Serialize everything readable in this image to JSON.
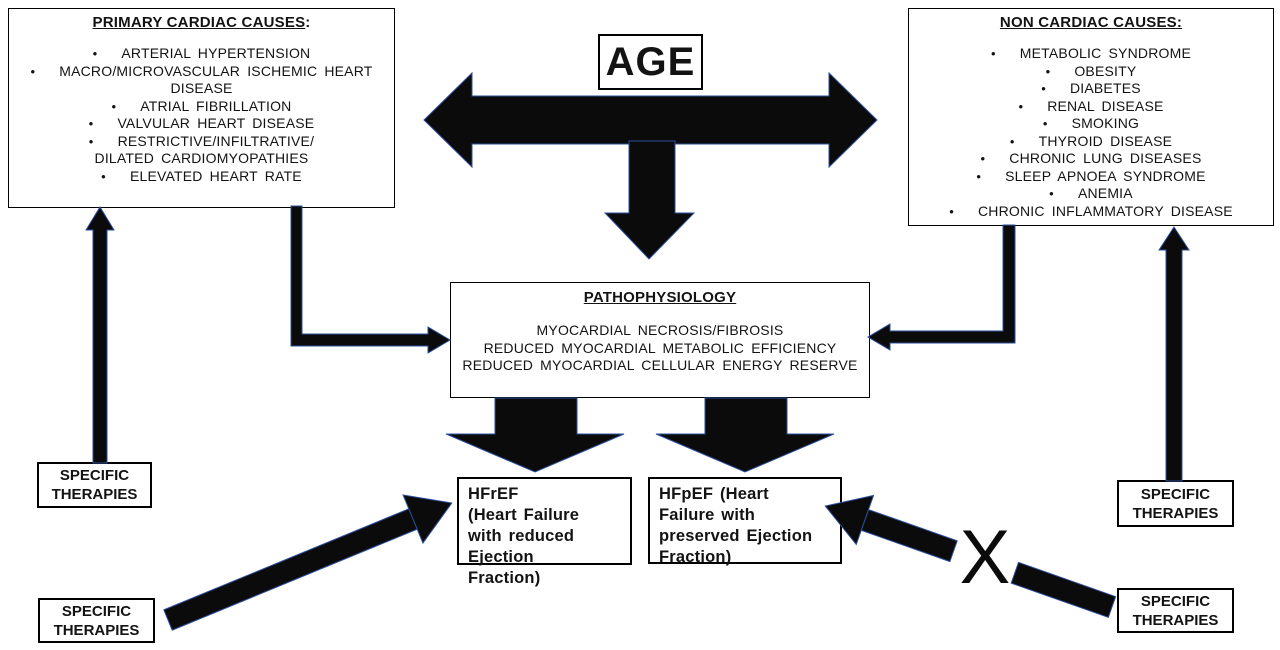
{
  "diagram_title": "Heart failure causes and pathophysiology diagram",
  "age": {
    "label": "AGE"
  },
  "x_mark": "X",
  "primary_cardiac": {
    "title": "PRIMARY CARDIAC CAUSES",
    "title_suffix": ":",
    "items": [
      {
        "bullet": true,
        "text": "ARTERIAL HYPERTENSION"
      },
      {
        "bullet": true,
        "text": "MACRO/MICROVASCULAR ISCHEMIC HEART"
      },
      {
        "bullet": false,
        "text": "DISEASE"
      },
      {
        "bullet": true,
        "text": "ATRIAL FIBRILLATION"
      },
      {
        "bullet": true,
        "text": "VALVULAR HEART DISEASE"
      },
      {
        "bullet": true,
        "text": "RESTRICTIVE/INFILTRATIVE/"
      },
      {
        "bullet": false,
        "text": "DILATED CARDIOMYOPATHIES"
      },
      {
        "bullet": true,
        "text": "ELEVATED HEART RATE"
      }
    ]
  },
  "non_cardiac": {
    "title": "NON CARDIAC CAUSES:",
    "items": [
      {
        "bullet": true,
        "text": "METABOLIC SYNDROME"
      },
      {
        "bullet": true,
        "text": "OBESITY"
      },
      {
        "bullet": true,
        "text": "DIABETES"
      },
      {
        "bullet": true,
        "text": "RENAL DISEASE"
      },
      {
        "bullet": true,
        "text": "SMOKING"
      },
      {
        "bullet": true,
        "text": "THYROID DISEASE"
      },
      {
        "bullet": true,
        "text": "CHRONIC LUNG DISEASES"
      },
      {
        "bullet": true,
        "text": "SLEEP APNOEA SYNDROME"
      },
      {
        "bullet": true,
        "text": "ANEMIA"
      },
      {
        "bullet": true,
        "text": "CHRONIC INFLAMMATORY DISEASE"
      }
    ]
  },
  "pathophysiology": {
    "title": "PATHOPHYSIOLOGY",
    "items": [
      {
        "bullet": false,
        "text": "MYOCARDIAL NECROSIS/FIBROSIS"
      },
      {
        "bullet": false,
        "text": "REDUCED MYOCARDIAL METABOLIC EFFICIENCY"
      },
      {
        "bullet": false,
        "text": "REDUCED MYOCARDIAL CELLULAR ENERGY RESERVE"
      }
    ]
  },
  "hfref": {
    "items": [
      {
        "bullet": false,
        "text": "HFrEF"
      },
      {
        "bullet": false,
        "text": "(Heart Failure"
      },
      {
        "bullet": false,
        "text": "with reduced"
      },
      {
        "bullet": false,
        "text": "Ejection"
      },
      {
        "bullet": false,
        "text": "Fraction)"
      }
    ]
  },
  "hfpef": {
    "items": [
      {
        "bullet": false,
        "text": "HFpEF (Heart"
      },
      {
        "bullet": false,
        "text": "Failure with"
      },
      {
        "bullet": false,
        "text": "preserved Ejection"
      },
      {
        "bullet": false,
        "text": "Fraction)"
      }
    ]
  },
  "therapies": {
    "label": "SPECIFIC THERAPIES"
  },
  "colors": {
    "arrow_fill": "#0b0b0b",
    "arrow_edge": "#2e4f9e",
    "box_border": "#000000",
    "background": "#ffffff",
    "text": "#131313"
  }
}
